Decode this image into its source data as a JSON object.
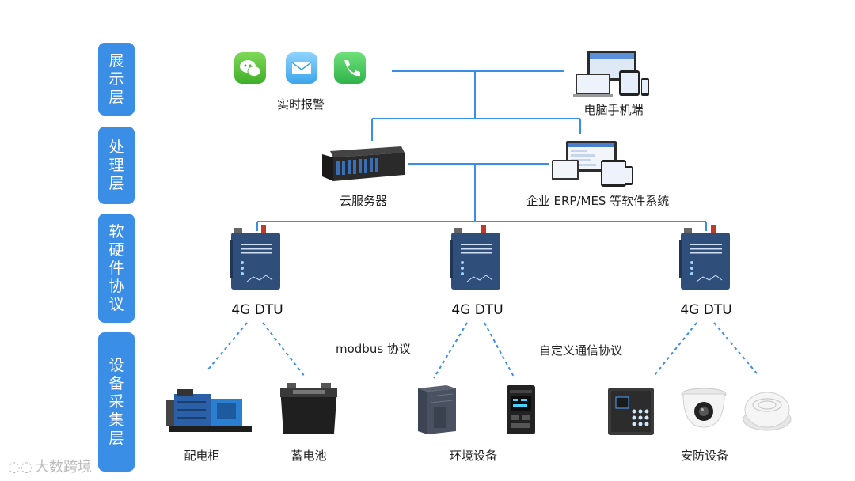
{
  "layers": [
    "展示层",
    "处理层",
    "软硬件协议",
    "设备采集层"
  ],
  "display": {
    "alarm_label": "实时报警",
    "pc_mobile_label": "电脑手机端"
  },
  "processing": {
    "cloud_label": "云服务器",
    "erp_label": "企业 ERP/MES 等软件系统"
  },
  "dtu_label": "4G DTU",
  "protocols": {
    "modbus": "modbus 协议",
    "custom": "自定义通信协议"
  },
  "devices": {
    "cabinet": "配电柜",
    "battery": "蓄电池",
    "environment": "环境设备",
    "security": "安防设备"
  },
  "watermark": "大数跨境",
  "colors": {
    "layer_bg": "#3a8ee6",
    "line": "#3a8ee6",
    "dtu": "#2f4e7a"
  },
  "icons": [
    "wechat-icon",
    "mail-icon",
    "phone-icon",
    "devices-icon",
    "server-icon",
    "software-screens-icon",
    "dtu-icon",
    "generator-icon",
    "battery-icon",
    "air-conditioner-icon",
    "environment-monitor-icon",
    "keypad-icon",
    "dome-camera-icon",
    "smoke-detector-icon"
  ]
}
